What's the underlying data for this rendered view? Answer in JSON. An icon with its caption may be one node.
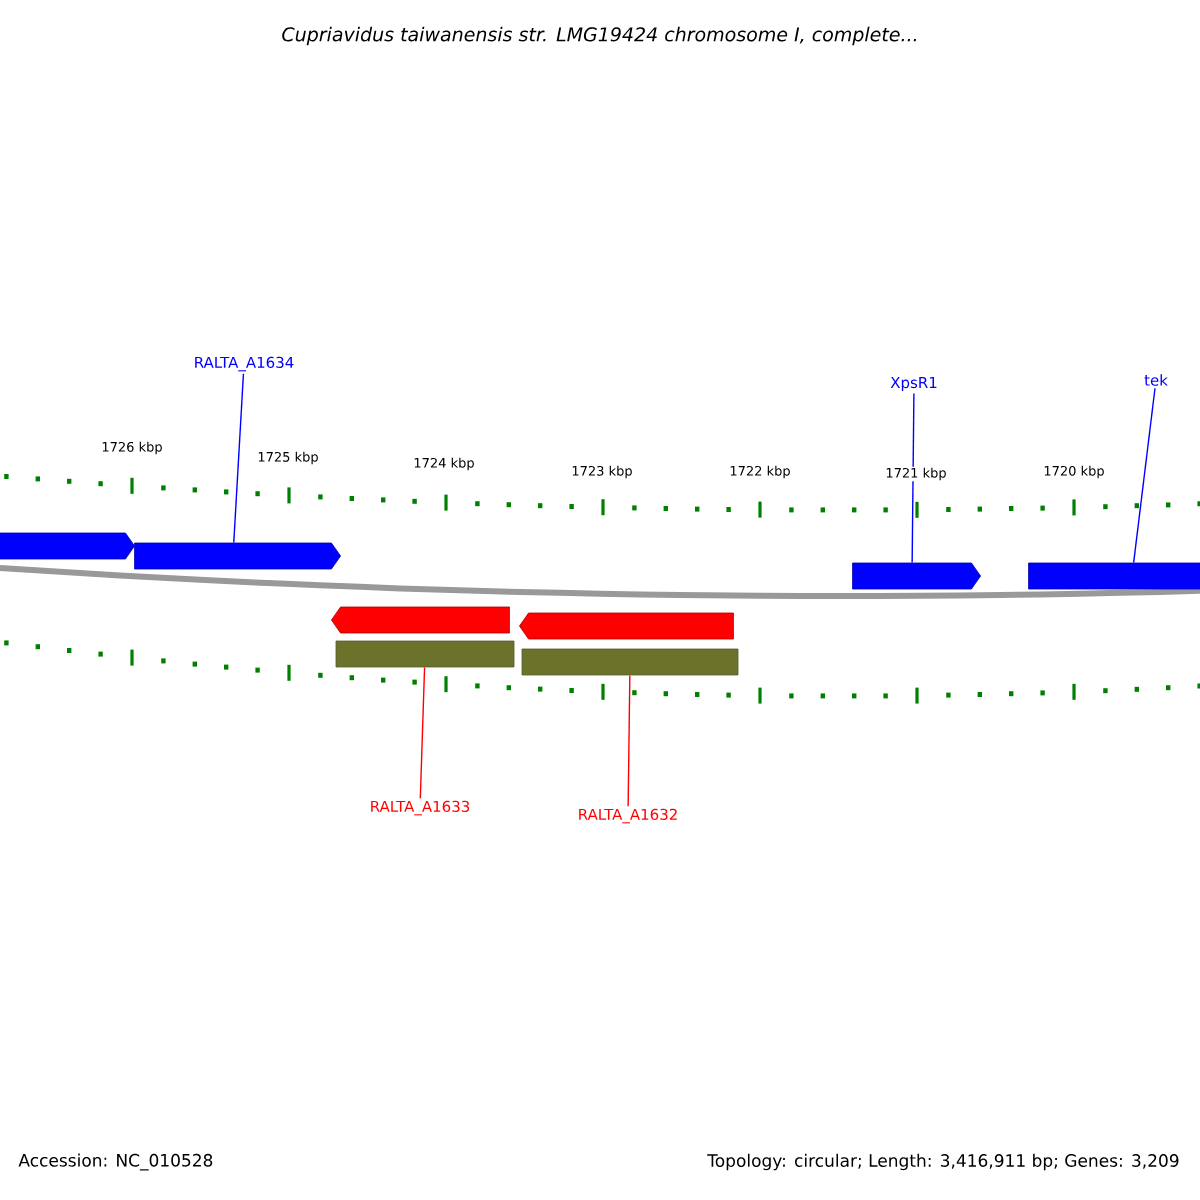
{
  "diagram": {
    "title": "Cupriavidus taiwanensis str. LMG19424 chromosome I, complete...",
    "nodes": [
      {
        "text": [
          "RALTA_A1634"
        ]
      },
      {
        "text": [
          "XpsR1"
        ]
      },
      {
        "text": [
          "tek"
        ]
      },
      {
        "text": [],
        "shape": "arrow"
      },
      {
        "text": [],
        "shape": "arrow"
      },
      {
        "text": [],
        "shape": "arrow"
      },
      {
        "text": [],
        "shape": "arrow"
      },
      {
        "text": [],
        "shape": "arrow"
      },
      {
        "text": [],
        "shape": "arrow"
      },
      {
        "text": [],
        "shape": "bar"
      },
      {
        "text": [],
        "shape": "bar"
      },
      {
        "text": [
          "RALTA_A1633"
        ]
      },
      {
        "text": [
          "RALTA_A1632"
        ]
      }
    ],
    "edges": [
      {
        "from": 0,
        "to": 4,
        "arrow": "none"
      },
      {
        "from": 1,
        "to": 5,
        "arrow": "none"
      },
      {
        "from": 2,
        "to": 6,
        "arrow": "none"
      },
      {
        "from": 11,
        "to": 9,
        "arrow": "none",
        "color": "#ff0000"
      },
      {
        "from": 12,
        "to": 10,
        "arrow": "none",
        "color": "#ff0000"
      }
    ],
    "labels": [
      "1726 kbp",
      "1725 kbp",
      "1724 kbp",
      "1723 kbp",
      "1722 kbp",
      "1721 kbp",
      "1720 kbp",
      "Accession: NC_010528",
      "Topology: circular; Length: 3,416,911 bp; Genes: 3,209"
    ]
  }
}
